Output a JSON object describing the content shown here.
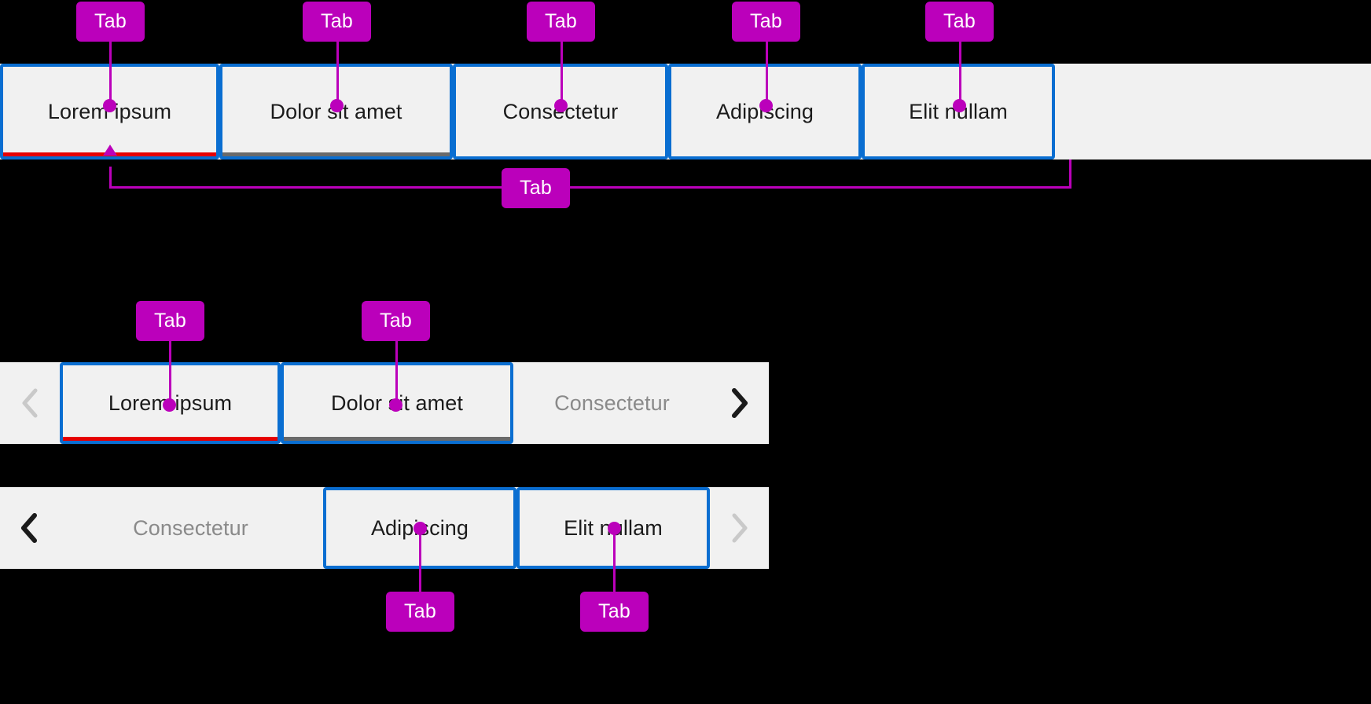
{
  "theme": {
    "background": "#000000",
    "tab_surface": "#f1f1f1",
    "focus_ring": "#0a6ed1",
    "selected_underline": "#e60000",
    "hover_underline": "#6a6a6a",
    "text": "#1b1b1b",
    "text_disabled": "#8a8a8a",
    "annotation": "#bb00bb",
    "annotation_text": "#ffffff"
  },
  "annotation": {
    "label": "Tab",
    "labels": [
      {
        "id": "callout-tab-1",
        "text": "Tab"
      },
      {
        "id": "callout-tab-2",
        "text": "Tab"
      },
      {
        "id": "callout-tab-3",
        "text": "Tab"
      },
      {
        "id": "callout-tab-4",
        "text": "Tab"
      },
      {
        "id": "callout-tab-5",
        "text": "Tab"
      },
      {
        "id": "callout-tabcontainer",
        "text": "Tab"
      },
      {
        "id": "callout-tab-6",
        "text": "Tab"
      },
      {
        "id": "callout-tab-7",
        "text": "Tab"
      },
      {
        "id": "callout-tab-8",
        "text": "Tab"
      },
      {
        "id": "callout-tab-9",
        "text": "Tab"
      }
    ]
  },
  "tabbar_full": {
    "name": "full-width-tab-bar",
    "tabs": [
      {
        "label": "Lorem ipsum",
        "state": "selected",
        "focus_ring": true,
        "underline": "red"
      },
      {
        "label": "Dolor sit amet",
        "state": "hover",
        "focus_ring": true,
        "underline": "gray"
      },
      {
        "label": "Consectetur",
        "state": "default",
        "focus_ring": true,
        "underline": "none"
      },
      {
        "label": "Adipiscing",
        "state": "default",
        "focus_ring": true,
        "underline": "none"
      },
      {
        "label": "Elit nullam",
        "state": "default",
        "focus_ring": true,
        "underline": "none"
      }
    ]
  },
  "tabbar_scroll_start": {
    "name": "scrollable-tab-bar-start",
    "scroll_left": {
      "icon": "chevron-left-icon",
      "enabled": false
    },
    "scroll_right": {
      "icon": "chevron-right-icon",
      "enabled": true
    },
    "tabs": [
      {
        "label": "Lorem ipsum",
        "state": "selected",
        "focus_ring": true,
        "underline": "red"
      },
      {
        "label": "Dolor sit amet",
        "state": "hover",
        "focus_ring": true,
        "underline": "gray"
      },
      {
        "label": "Consectetur",
        "state": "overflow",
        "focus_ring": false,
        "underline": "none"
      }
    ]
  },
  "tabbar_scroll_end": {
    "name": "scrollable-tab-bar-end",
    "scroll_left": {
      "icon": "chevron-left-icon",
      "enabled": true
    },
    "scroll_right": {
      "icon": "chevron-right-icon",
      "enabled": false
    },
    "tabs": [
      {
        "label": "Consectetur",
        "state": "overflow",
        "focus_ring": false,
        "underline": "none"
      },
      {
        "label": "Adipiscing",
        "state": "default",
        "focus_ring": true,
        "underline": "none"
      },
      {
        "label": "Elit nullam",
        "state": "default",
        "focus_ring": true,
        "underline": "none"
      }
    ]
  }
}
